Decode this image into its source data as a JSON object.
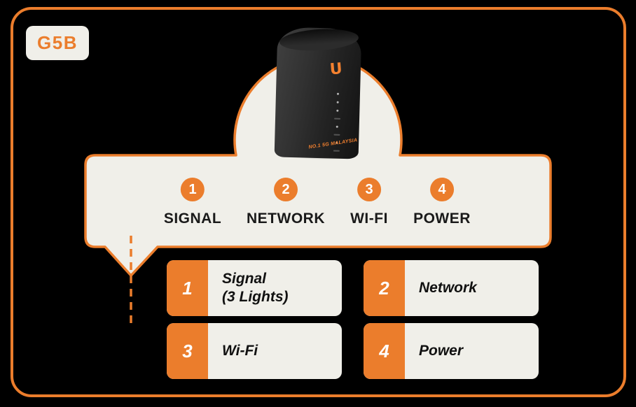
{
  "model_badge": {
    "label": "G5B"
  },
  "device": {
    "logo_glyph": "U",
    "tagline": "NO.1 5G MALAYSIA"
  },
  "status_panel": {
    "indicators": [
      {
        "number": "1",
        "label": "SIGNAL"
      },
      {
        "number": "2",
        "label": "NETWORK"
      },
      {
        "number": "3",
        "label": "WI-FI"
      },
      {
        "number": "4",
        "label": "POWER"
      }
    ]
  },
  "legend": {
    "items": [
      {
        "number": "1",
        "label": "Signal\n(3 Lights)"
      },
      {
        "number": "2",
        "label": "Network"
      },
      {
        "number": "3",
        "label": "Wi-Fi"
      },
      {
        "number": "4",
        "label": "Power"
      }
    ]
  },
  "colors": {
    "accent_orange": "#EB7D2C",
    "panel_offwhite": "#F0EFE9",
    "background": "#000000",
    "text_dark": "#1A1A1A"
  }
}
